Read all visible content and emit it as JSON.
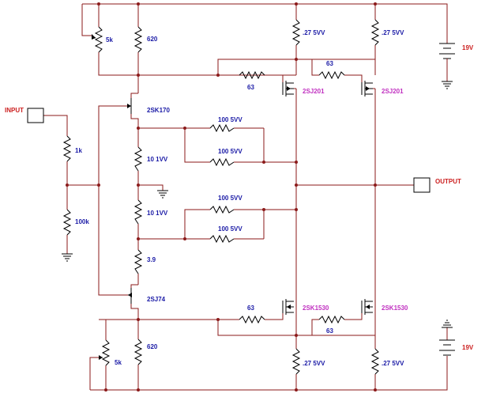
{
  "ports": {
    "input": "INPUT",
    "output": "OUTPUT"
  },
  "supplies": {
    "positive": "19V",
    "negative": "19V"
  },
  "parts": {
    "pot_top": "5k",
    "r620_top": "620",
    "r_source_pos_1": ".27  5VV",
    "r_source_pos_2": ".27  5VV",
    "r63_gate_pos_1": "63",
    "r63_gate_pos_2": "63",
    "q_2sj201_1": "2SJ201",
    "q_2sj201_2": "2SJ201",
    "q_2sk170": "2SK170",
    "r100_a": "100  5VV",
    "r100_b": "100  5VV",
    "r10_a": "10  1VV",
    "r1k": "1k",
    "r100k": "100k",
    "r10_b": "10  1VV",
    "r100_c": "100  5VV",
    "r100_d": "100  5VV",
    "r3_9": "3.9",
    "q_2sj74": "2SJ74",
    "r63_gate_neg_1": "63",
    "r63_gate_neg_2": "63",
    "q_2sk1530_1": "2SK1530",
    "q_2sk1530_2": "2SK1530",
    "r620_bottom": "620",
    "pot_bottom": "5k",
    "r_source_neg_1": ".27  5VV",
    "r_source_neg_2": ".27  5VV"
  },
  "colors": {
    "wire": "#8b1a1a",
    "value_label": "#1a1aa6",
    "part_label": "#c030c0",
    "io_label": "#cc2020",
    "component": "#000000"
  }
}
